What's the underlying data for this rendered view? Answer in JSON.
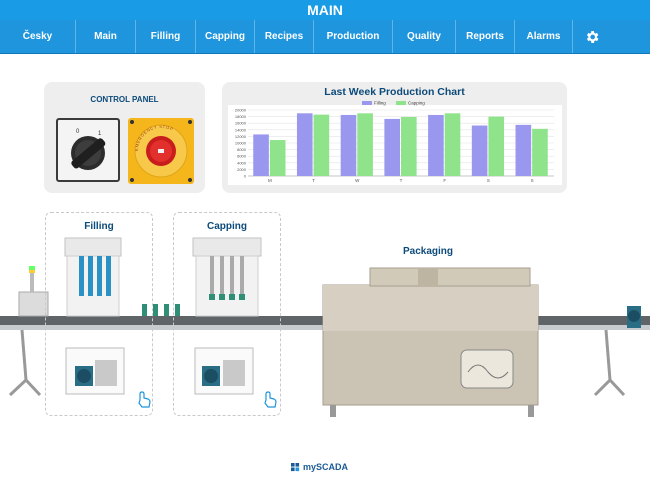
{
  "header": {
    "title": "MAIN"
  },
  "nav": {
    "items": [
      {
        "label": "Česky"
      },
      {
        "label": "Main"
      },
      {
        "label": "Filling"
      },
      {
        "label": "Capping"
      },
      {
        "label": "Recipes"
      },
      {
        "label": "Production"
      },
      {
        "label": "Quality"
      },
      {
        "label": "Reports"
      },
      {
        "label": "Alarms"
      }
    ],
    "settings_icon": "gear-icon"
  },
  "control_panel": {
    "title": "CONTROL PANEL",
    "switch_labels": {
      "off": "0",
      "on": "1"
    },
    "estop_ring_text": "EMERGENCY STOP"
  },
  "stations": {
    "filling": {
      "title": "Filling"
    },
    "capping": {
      "title": "Capping"
    },
    "packaging": {
      "title": "Packaging"
    }
  },
  "brand": {
    "name": "mySCADA"
  },
  "colors": {
    "header": "#1a9be6",
    "nav": "#1f95dd",
    "title_text": "#0b4a7a",
    "filling_series": "#9a97ee",
    "capping_series": "#8ee38b"
  },
  "chart_data": {
    "type": "bar",
    "title": "Last Week Production Chart",
    "categories": [
      "M",
      "T",
      "W",
      "T",
      "F",
      "S",
      "S"
    ],
    "series": [
      {
        "name": "Filling",
        "color": "#9a97ee",
        "values": [
          12600,
          19000,
          18500,
          17300,
          18500,
          15300,
          15500
        ]
      },
      {
        "name": "Capping",
        "color": "#8ee38b",
        "values": [
          10900,
          18600,
          19000,
          17900,
          19000,
          18000,
          14300
        ]
      }
    ],
    "ylim": [
      0,
      20000
    ],
    "yticks": [
      "0",
      "2000",
      "4000",
      "6000",
      "8000",
      "10000",
      "12000",
      "14000",
      "16000",
      "18000",
      "20000"
    ],
    "legend": "top-center",
    "grid": true
  }
}
